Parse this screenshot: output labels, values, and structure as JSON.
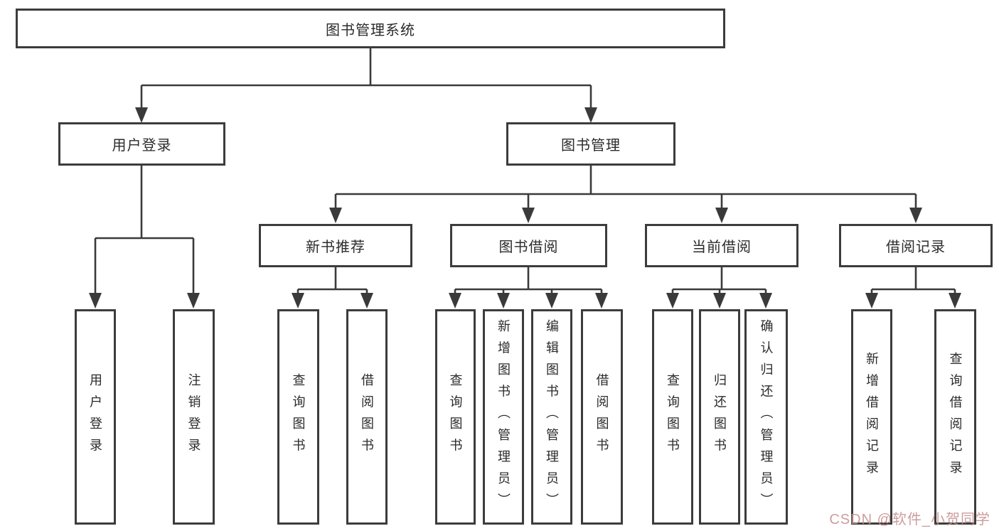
{
  "diagram": {
    "type": "hierarchy-tree",
    "colors": {
      "background": "#ffffff",
      "line": "#3a3a3a",
      "box_border": "#3c3c3c",
      "text": "#2b2b2b",
      "watermark": "#c58f8f"
    }
  },
  "nodes": {
    "root": {
      "label": "图书管理系统"
    },
    "user_login": {
      "label": "用户登录"
    },
    "book_mgmt": {
      "label": "图书管理"
    },
    "new_book_rec": {
      "label": "新书推荐"
    },
    "book_borrow": {
      "label": "图书借阅"
    },
    "current_borrow": {
      "label": "当前借阅"
    },
    "borrow_record": {
      "label": "借阅记录"
    },
    "leaf_user_login": {
      "label": "用户登录"
    },
    "leaf_logout": {
      "label": "注销登录"
    },
    "leaf_query_book_1": {
      "label": "查询图书"
    },
    "leaf_borrow_book_1": {
      "label": "借阅图书"
    },
    "leaf_query_book_2": {
      "label": "查询图书"
    },
    "leaf_add_book": {
      "label": "新增图书（管理员）"
    },
    "leaf_edit_book": {
      "label": "编辑图书（管理员）"
    },
    "leaf_borrow_book_2": {
      "label": "借阅图书"
    },
    "leaf_query_book_3": {
      "label": "查询图书"
    },
    "leaf_return_book": {
      "label": "归还图书"
    },
    "leaf_confirm_return": {
      "label": "确认归还（管理员）"
    },
    "leaf_add_borrow_record": {
      "label": "新增借阅记录"
    },
    "leaf_query_borrow_record": {
      "label": "查询借阅记录"
    }
  },
  "hierarchy": {
    "图书管理系统": [
      "用户登录",
      "图书管理"
    ],
    "用户登录": [
      "用户登录",
      "注销登录"
    ],
    "图书管理": [
      "新书推荐",
      "图书借阅",
      "当前借阅",
      "借阅记录"
    ],
    "新书推荐": [
      "查询图书",
      "借阅图书"
    ],
    "图书借阅": [
      "查询图书",
      "新增图书（管理员）",
      "编辑图书（管理员）",
      "借阅图书"
    ],
    "当前借阅": [
      "查询图书",
      "归还图书",
      "确认归还（管理员）"
    ],
    "借阅记录": [
      "新增借阅记录",
      "查询借阅记录"
    ]
  },
  "watermark": {
    "text": "CSDN @软件_小贺同学"
  }
}
